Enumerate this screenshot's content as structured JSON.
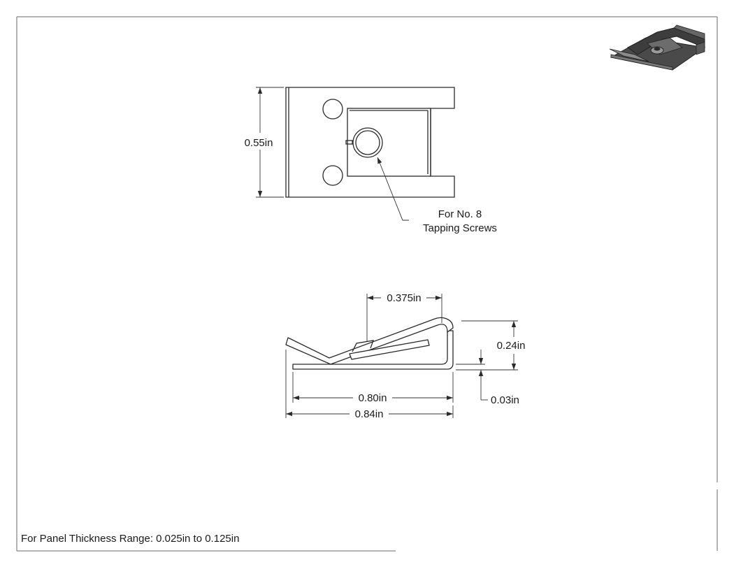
{
  "dimensions": {
    "height": "0.55in",
    "nut_offset": "0.375in",
    "overall_height": "0.24in",
    "inner_length": "0.80in",
    "overall_length": "0.84in",
    "gap": "0.03in"
  },
  "callout": {
    "line1": "For No. 8",
    "line2": "Tapping Screws"
  },
  "note": "For Panel Thickness Range: 0.025in to 0.125in",
  "colors": {
    "line": "#2a2a2a",
    "frame": "#6a6a6a",
    "iso_fill": "#555555"
  }
}
